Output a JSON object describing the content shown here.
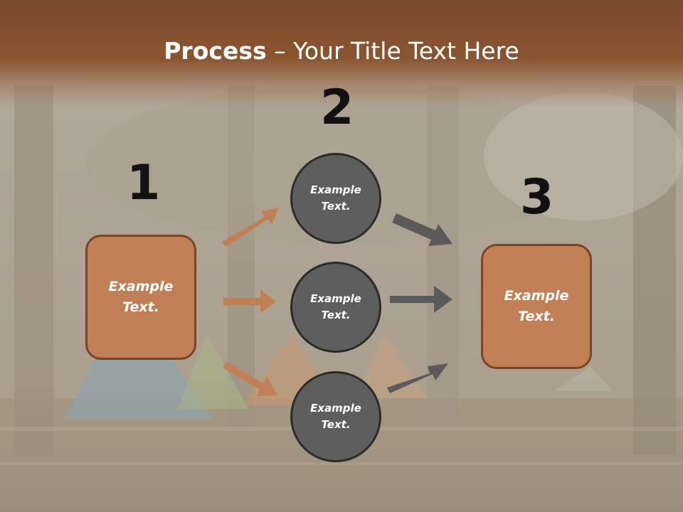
{
  "title": {
    "bold": "Process",
    "rest": " – Your Title Text Here"
  },
  "steps": [
    {
      "number": "1",
      "label_line1": "Example",
      "label_line2": "Text."
    },
    {
      "number": "2"
    },
    {
      "number": "3",
      "label_line1": "Example",
      "label_line2": "Text."
    }
  ],
  "nodes": [
    {
      "label_line1": "Example",
      "label_line2": "Text."
    },
    {
      "label_line1": "Example",
      "label_line2": "Text."
    },
    {
      "label_line1": "Example",
      "label_line2": "Text."
    }
  ],
  "colors": {
    "title_band": "#7a4a2a",
    "box_fill": "#c17f55",
    "box_border": "#7a4426",
    "circle_fill": "#5e5e5e",
    "circle_border": "#2b2b2b",
    "arrow_left": "#c17f55",
    "arrow_right": "#5a5a5a"
  }
}
